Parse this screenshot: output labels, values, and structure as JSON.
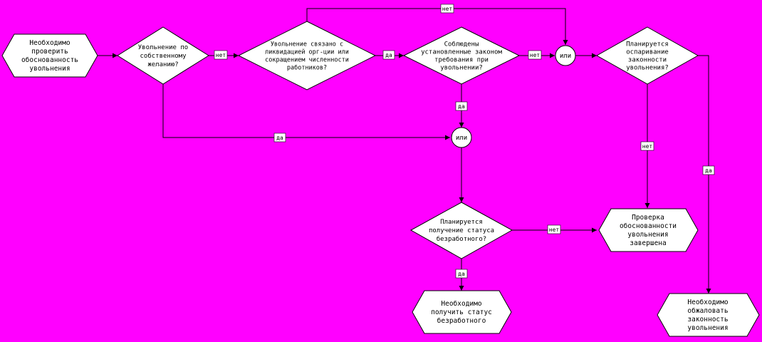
{
  "nodes": {
    "start": [
      "Необходимо",
      "проверить",
      "обоснованность",
      "увольнения"
    ],
    "q_own_wish": [
      "Увольнение по",
      "собственному",
      "желанию?"
    ],
    "q_liquidation": [
      "Увольнение связано с",
      "ликвидацией орг-ции или",
      "сокращением численности",
      "работников?"
    ],
    "q_requirements": [
      "Соблюдены",
      "установленные законом",
      "требования при",
      "увольнении?"
    ],
    "or_top": "или",
    "q_dispute": [
      "Планируется",
      "оспаривание",
      "законности",
      "увольнения?"
    ],
    "or_mid": "или",
    "q_unemployed": [
      "Планируется",
      "получение статуса",
      "безработного?"
    ],
    "end_check_done": [
      "Проверка",
      "обоснованности",
      "увольнения",
      "завершена"
    ],
    "end_get_status": [
      "Необходимо",
      "получить статус",
      "безработного"
    ],
    "end_appeal": [
      "Необходимо",
      "обжаловать",
      "законность",
      "увольнения"
    ]
  },
  "labels": {
    "no": "нет",
    "yes": "да"
  }
}
